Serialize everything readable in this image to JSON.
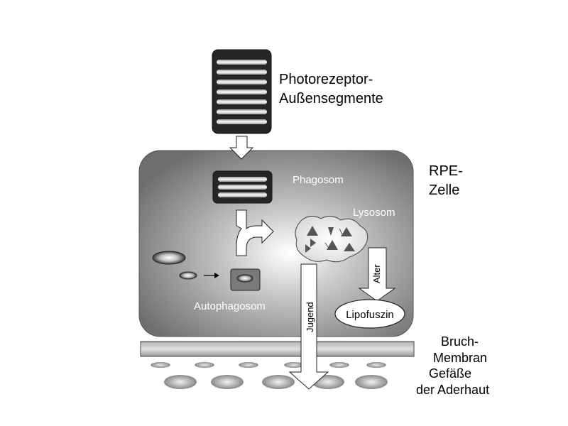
{
  "labels": {
    "photoreceptor_line1": "Photorezeptor-",
    "photoreceptor_line2": "Außensegmente",
    "rpe_line1": "RPE-",
    "rpe_line2": "Zelle",
    "phagosom": "Phagosom",
    "lysosom": "Lysosom",
    "autophagosom": "Autophagosom",
    "lipofuszin": "Lipofuszin",
    "alter": "Alter",
    "jugend": "Jugend",
    "bruch_line1": "Bruch-",
    "bruch_line2": "Membran",
    "gefaesse_line1": "Gefäße",
    "gefaesse_line2": "der Aderhaut"
  }
}
